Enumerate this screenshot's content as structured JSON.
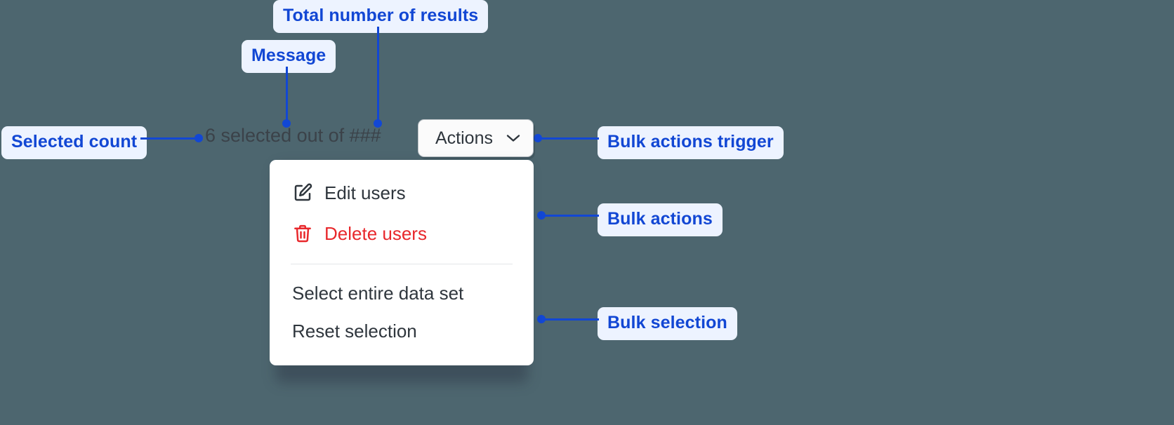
{
  "canvas": {
    "background_color": "#4d666f",
    "annotation_color": "#1247d4",
    "annotation_pill_bg": "#edf3ff"
  },
  "annotations": [
    {
      "id": "total-results",
      "label": "Total number of results"
    },
    {
      "id": "message",
      "label": "Message"
    },
    {
      "id": "selected-count",
      "label": "Selected count"
    },
    {
      "id": "bulk-trigger",
      "label": "Bulk actions trigger"
    },
    {
      "id": "bulk-actions",
      "label": "Bulk actions"
    },
    {
      "id": "bulk-selection",
      "label": "Bulk selection"
    }
  ],
  "component": {
    "selection_summary": {
      "full_text": "6 selected out of ###",
      "count": "6",
      "message": "selected out of",
      "total_placeholder": "###",
      "text_color": "#3b4249"
    },
    "trigger": {
      "label": "Actions",
      "icon": "chevron-down-icon",
      "background": "#fbfbfb",
      "border_color": "#b9bfc4"
    },
    "menu": {
      "groups": [
        {
          "name": "bulk-actions",
          "items": [
            {
              "label": "Edit users",
              "icon": "edit-icon",
              "color": "#2f363d",
              "tone": "default"
            },
            {
              "label": "Delete users",
              "icon": "trash-icon",
              "color": "#e8282c",
              "tone": "danger"
            }
          ]
        },
        {
          "name": "bulk-selection",
          "items": [
            {
              "label": "Select entire data set",
              "icon": null,
              "color": "#2f363d",
              "tone": "default"
            },
            {
              "label": "Reset selection",
              "icon": null,
              "color": "#2f363d",
              "tone": "default"
            }
          ]
        }
      ]
    }
  }
}
